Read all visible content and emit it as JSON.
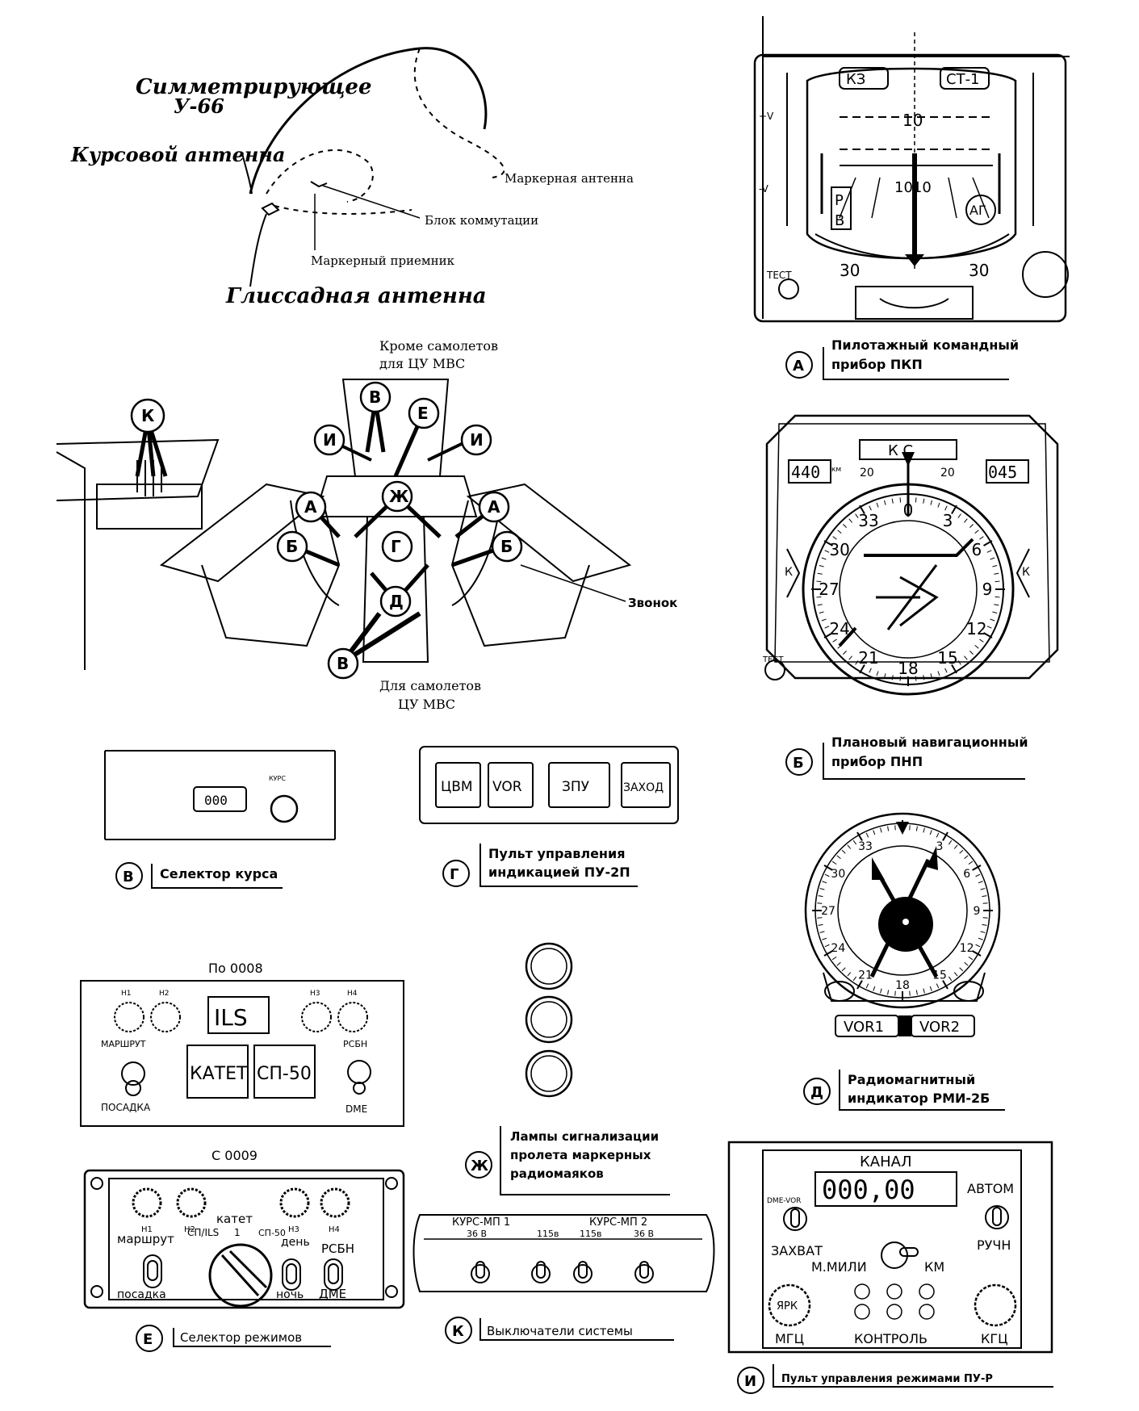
{
  "antenna": {
    "sym": "Симметрирующее",
    "sym2": "У-66",
    "kurs": "Курсовой антенна",
    "marker": "Маркерная антенна",
    "blok": "Блок коммутации",
    "priemnik": "Маркерный приемник",
    "glis": "Глиссадная антенна"
  },
  "cockpit": {
    "note_top": "Кроме самолетов",
    "note_top2": "для ЦУ МВС",
    "note_bottom": "Для самолетов",
    "note_bottom2": "ЦУ МВС",
    "zvonok": "Звонок",
    "letters": [
      "К",
      "В",
      "Е",
      "И",
      "И",
      "Ж",
      "А",
      "А",
      "Б",
      "Б",
      "Г",
      "Д",
      "В"
    ]
  },
  "pkp": {
    "caption1": "Пилотажный командный",
    "caption2": "прибор ПКП",
    "letter": "А",
    "kg": "КЗ",
    "ct": "СТ-1",
    "scale": "10",
    "bottom": "1010",
    "r": "Р",
    "v": "В",
    "ag": "АГ",
    "deg30l": "30",
    "deg30r": "30",
    "test": "ТЕСТ",
    "dv1": "+V",
    "dv2": "-V"
  },
  "pnp": {
    "caption1": "Плановый навигационный",
    "caption2": "прибор ПНП",
    "letter": "Б",
    "kc": "К С",
    "left_val": "440",
    "right_val": "045",
    "km": "км",
    "k1": "К",
    "k2": "К",
    "dial": [
      "0",
      "3",
      "6",
      "9",
      "12",
      "15",
      "18",
      "21",
      "24",
      "27",
      "30",
      "33"
    ],
    "top20l": "20",
    "top20r": "20"
  },
  "selector_kursa": {
    "caption": "Селектор курса",
    "letter": "В",
    "counter": "000",
    "label": "КУРС"
  },
  "pu2p": {
    "caption1": "Пульт управления",
    "caption2": "индикацией ПУ-2П",
    "letter": "Г",
    "buttons": [
      "ЦВМ",
      "VOR",
      "ЗПУ",
      "ЗАХОД"
    ]
  },
  "rmi": {
    "caption1": "Радиомагнитный",
    "caption2": "индикатор РМИ-2Б",
    "letter": "Д",
    "vor1": "VOR1",
    "vor2": "VOR2",
    "dial": [
      "33",
      "3",
      "6",
      "9",
      "12",
      "15",
      "18",
      "21",
      "24",
      "27",
      "30"
    ]
  },
  "selector_rezh": {
    "title1": "По 0008",
    "title2": "С 0009",
    "caption": "Селектор режимов",
    "letter": "Е",
    "ils": "ILS",
    "katet": "КАТЕТ",
    "sp50": "СП-50",
    "marshrut": "МАРШРУТ",
    "posadka": "ПОСАДКА",
    "rsbn": "РСБН",
    "dme": "DME",
    "n1": "Н1",
    "n2": "Н2",
    "n3": "Н3",
    "n4": "Н4",
    "b_marshrut": "маршрут",
    "b_posadka": "посадка",
    "b_katet": "катет",
    "b_spils": "СП/ILS",
    "b_sp50": "СП-50",
    "b_one": "1",
    "b_day": "день",
    "b_night": "ночь",
    "b_rsbn": "РСБН",
    "b_dme": "ДМЕ",
    "b_n1": "Н1",
    "b_n2": "Н2",
    "b_n3": "Н3",
    "b_n4": "Н4"
  },
  "lamps": {
    "caption1": "Лампы сигнализации",
    "caption2": "пролета маркерных",
    "caption3": "радиомаяков",
    "letter": "Ж"
  },
  "vykl": {
    "caption": "Выключатели системы",
    "letter": "К",
    "kurs1": "КУРС-МП 1",
    "kurs2": "КУРС-МП 2",
    "v1": "36 В",
    "v2": "115в",
    "v3": "115в",
    "v4": "36 В"
  },
  "pult_rezh": {
    "caption": "Пульт управления режимами ПУ-Р",
    "letter": "И",
    "kanal": "КАНАЛ",
    "digits": "000,00",
    "avtom": "АВТОМ",
    "dmevor": "DME-VOR",
    "zahvat": "ЗАХВАТ",
    "ruchn": "РУЧН",
    "mmili": "М.МИЛИ",
    "km": "КМ",
    "yark": "ЯРК",
    "mgc": "МГЦ",
    "kontrol": "КОНТРОЛЬ",
    "kgc": "КГЦ"
  }
}
